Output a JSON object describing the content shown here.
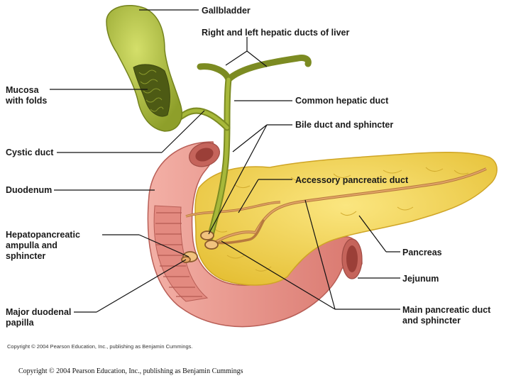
{
  "labels": {
    "gallbladder": "Gallbladder",
    "hepatic_ducts": "Right and left hepatic ducts of liver",
    "mucosa": [
      "Mucosa",
      "with folds"
    ],
    "common_hepatic": "Common hepatic duct",
    "bile_duct": "Bile duct and sphincter",
    "cystic_duct": "Cystic duct",
    "duodenum": "Duodenum",
    "accessory_pancreatic": "Accessory pancreatic duct",
    "hepatopancreatic": [
      "Hepatopancreatic",
      "ampulla and",
      "sphincter"
    ],
    "pancreas": "Pancreas",
    "jejunum": "Jejunum",
    "major_papilla": [
      "Major duodenal",
      "papilla"
    ],
    "main_pancreatic": [
      "Main pancreatic duct",
      "and sphincter"
    ]
  },
  "figure_credit": "Copyright © 2004 Pearson Education, Inc., publishing as Benjamin Cummings.",
  "slide_credit": "Copyright © 2004 Pearson Education, Inc., publishing as Benjamin Cummings",
  "colors": {
    "gallbladder": "#a9b83a",
    "duct": "#8f9e2c",
    "duodenum": "#e8958c",
    "duodenum_dark": "#c96a62",
    "pancreas": "#f4d44e",
    "pancreas_dark": "#d8b22c",
    "pancreatic_duct": "#c98a48"
  }
}
